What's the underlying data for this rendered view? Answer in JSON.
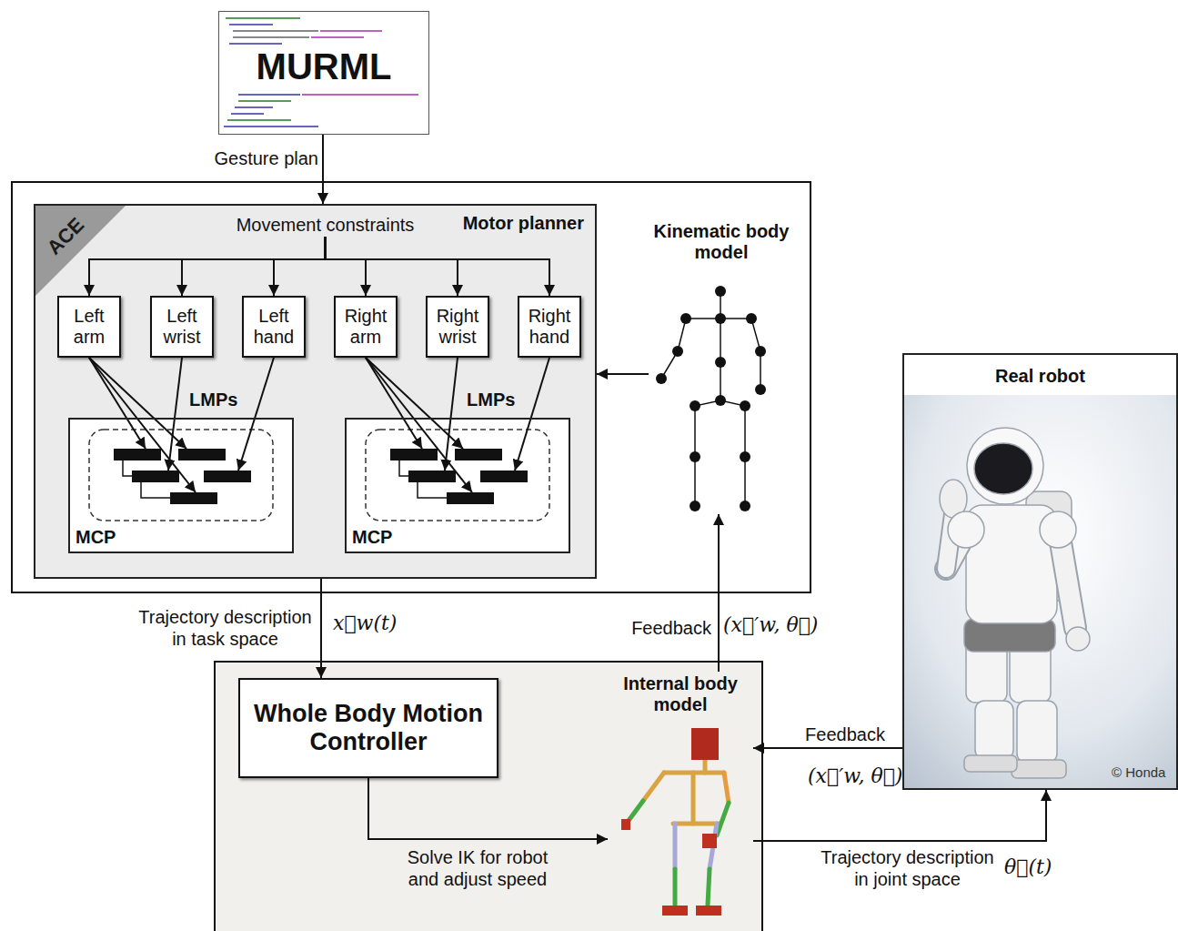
{
  "diagram": {
    "nodes": [
      {
        "text": [
          "MURML"
        ]
      },
      {
        "text": [
          "ACE",
          "Motor planner"
        ]
      },
      {
        "text": [
          "Movement constraints"
        ],
        "in": 1
      },
      {
        "text": [
          "Left arm"
        ],
        "in": 1
      },
      {
        "text": [
          "Left wrist"
        ],
        "in": 1
      },
      {
        "text": [
          "Left hand"
        ],
        "in": 1
      },
      {
        "text": [
          "Right arm"
        ],
        "in": 1
      },
      {
        "text": [
          "Right wrist"
        ],
        "in": 1
      },
      {
        "text": [
          "Right hand"
        ],
        "in": 1
      },
      {
        "text": [
          "LMPs",
          "MCP"
        ],
        "in": 1
      },
      {
        "text": [
          "LMPs",
          "MCP"
        ],
        "in": 1
      },
      {
        "text": [
          "Kinematic body model"
        ]
      },
      {
        "text": [
          "Whole Body Motion Controller"
        ]
      },
      {
        "text": [
          "Internal body model"
        ]
      },
      {
        "text": [
          "Real robot"
        ]
      }
    ],
    "edges": [
      {
        "from": 0,
        "to": 1,
        "label": "Gesture plan",
        "arrow": "to"
      },
      {
        "from": 2,
        "to": 3,
        "arrow": "to"
      },
      {
        "from": 2,
        "to": 4,
        "arrow": "to"
      },
      {
        "from": 2,
        "to": 5,
        "arrow": "to"
      },
      {
        "from": 2,
        "to": 6,
        "arrow": "to"
      },
      {
        "from": 2,
        "to": 7,
        "arrow": "to"
      },
      {
        "from": 2,
        "to": 8,
        "arrow": "to"
      },
      {
        "from": 3,
        "to": 9,
        "arrow": "to"
      },
      {
        "from": 3,
        "to": 9,
        "arrow": "to"
      },
      {
        "from": 3,
        "to": 9,
        "arrow": "to"
      },
      {
        "from": 4,
        "to": 9,
        "arrow": "to"
      },
      {
        "from": 5,
        "to": 9,
        "arrow": "to"
      },
      {
        "from": 6,
        "to": 10,
        "arrow": "to"
      },
      {
        "from": 6,
        "to": 10,
        "arrow": "to"
      },
      {
        "from": 6,
        "to": 10,
        "arrow": "to"
      },
      {
        "from": 7,
        "to": 10,
        "arrow": "to"
      },
      {
        "from": 8,
        "to": 10,
        "arrow": "to"
      },
      {
        "from": 11,
        "to": 1,
        "arrow": "to"
      },
      {
        "from": 1,
        "to": 12,
        "label": "Trajectory description in task space",
        "arrow": "to"
      },
      {
        "from": 13,
        "to": 11,
        "label": "Feedback",
        "arrow": "to"
      },
      {
        "from": 14,
        "to": 13,
        "label": "Feedback",
        "arrow": "to"
      },
      {
        "from": 12,
        "to": 13,
        "label": "Solve IK for robot and adjust speed",
        "arrow": "to"
      },
      {
        "from": 13,
        "to": 14,
        "label": "Trajectory description in joint space",
        "arrow": "to"
      }
    ],
    "labels": [
      "x⃗w(t)",
      "(x⃗′w, θ⃗)",
      "(x⃗′w, θ⃗)",
      "θ⃗(t)",
      "© Honda"
    ]
  }
}
